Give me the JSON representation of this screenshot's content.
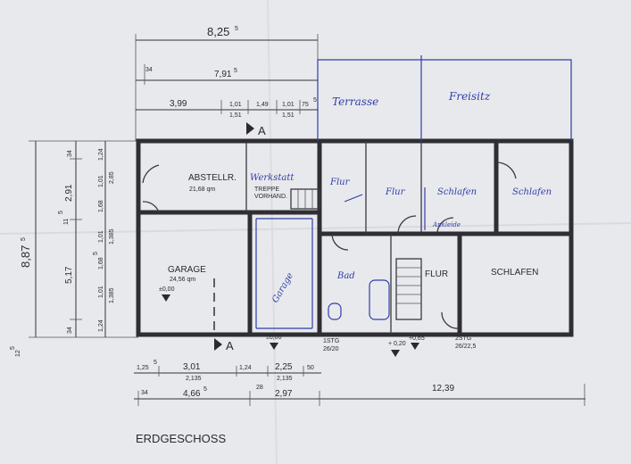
{
  "title": "ERDGESCHOSS",
  "section_marks": [
    "A",
    "A"
  ],
  "rooms": {
    "abstell_name": "ABSTELLR.",
    "abstell_area": "21,68 qm",
    "treppe_note_1": "TREPPE",
    "treppe_note_2": "VORHAND.",
    "garage_name": "GARAGE",
    "garage_area": "24,56 qm",
    "flur_name": "FLUR",
    "schlafen_name": "SCHLAFEN"
  },
  "handwritten": {
    "werkstatt": "Werkstatt",
    "terrasse": "Terrasse",
    "freisitz": "Freisitz",
    "flur_1": "Flur",
    "flur_2": "Flur",
    "schlafen_1": "Schlafen",
    "schlafen_2": "Schlafen",
    "ankleide": "Ankleide",
    "bad": "Bad",
    "garage": "Garage"
  },
  "levels": {
    "garage_floor": "±0,00",
    "outside_1": "±0,00",
    "entry_1": "+ 0,20",
    "entry_2": "+0,65",
    "stair_1_a": "1STG",
    "stair_1_b": "26/20",
    "stair_2_a": "2STG",
    "stair_2_b": "26/22,5"
  },
  "dims_top": {
    "total": "8,25",
    "total_sup": "5",
    "row2_lead": "34",
    "row2": "7,91",
    "row2_sup": "5",
    "a": "3,99",
    "b": "1,01",
    "b_sub": "1,51",
    "c": "1,49",
    "d": "1,01",
    "d_sub": "1,51",
    "e": "75",
    "e_sup": "5"
  },
  "dims_left": {
    "total": "8,87",
    "total_sup": "5",
    "corner": "12",
    "corner_sup": "5",
    "h1": "34",
    "h2": "2,91",
    "h3": "11",
    "h3_sup": "5",
    "h4": "5,17",
    "h5": "34",
    "i1": "1,24",
    "i2": "1,01",
    "i3": "1,68",
    "i4": "1,01",
    "i5": "1,68",
    "i5_sup": "5",
    "i6": "1,01",
    "i7": "1,24",
    "j1": "2,85",
    "j2": "1,385",
    "j3": "1,385"
  },
  "dims_bottom": {
    "a": "1,25",
    "a_sup": "5",
    "b": "3,01",
    "b_sub": "2,135",
    "c": "1,24",
    "d": "2,25",
    "d_sub": "2,135",
    "e": "50",
    "f": "34",
    "g": "4,66",
    "g_sup": "5",
    "h": "28",
    "i": "2,97",
    "total": "12,39"
  },
  "colors": {
    "paper": "#e8e9ed",
    "ink": "#2f2f33",
    "pen": "#2f3ea8"
  }
}
